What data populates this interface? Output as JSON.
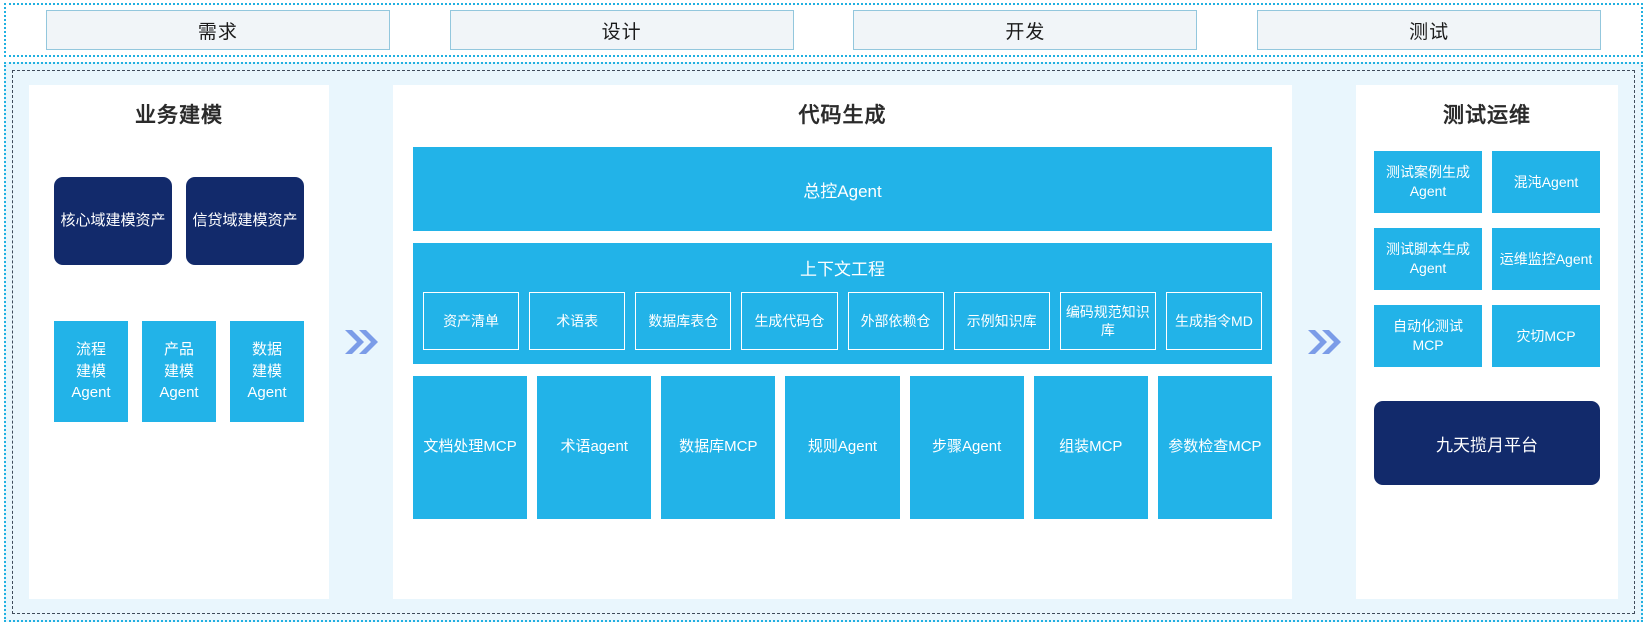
{
  "colors": {
    "accent_cyan": "#22b3e8",
    "navy": "#122a6b",
    "panel_bg": "#e9f6fd",
    "frame_dotted": "#21b0e0",
    "arrow": "#7b9ce8",
    "phase_box_fill": "#f1f5f8",
    "phase_box_border": "#93c7dd",
    "white": "#ffffff"
  },
  "phases": [
    {
      "label": "需求"
    },
    {
      "label": "设计"
    },
    {
      "label": "开发"
    },
    {
      "label": "测试"
    }
  ],
  "arrows": {
    "icon": "double-chevron-right-icon",
    "glyph": "»"
  },
  "left_panel": {
    "title": "业务建模",
    "assets": [
      {
        "label": "核心域建模资产"
      },
      {
        "label": "信贷域建模资产"
      }
    ],
    "agents": [
      {
        "label": "流程\n建模\nAgent"
      },
      {
        "label": "产品\n建模\nAgent"
      },
      {
        "label": "数据\n建模\nAgent"
      }
    ]
  },
  "center_panel": {
    "title": "代码生成",
    "master_agent": "总控Agent",
    "context": {
      "title": "上下文工程",
      "items": [
        {
          "label": "资产清单"
        },
        {
          "label": "术语表"
        },
        {
          "label": "数据库表仓"
        },
        {
          "label": "生成代码仓"
        },
        {
          "label": "外部依赖仓"
        },
        {
          "label": "示例知识库"
        },
        {
          "label": "编码规范知识库"
        },
        {
          "label": "生成指令MD"
        }
      ]
    },
    "tools": [
      {
        "label": "文档处理MCP"
      },
      {
        "label": "术语agent"
      },
      {
        "label": "数据库MCP"
      },
      {
        "label": "规则Agent"
      },
      {
        "label": "步骤Agent"
      },
      {
        "label": "组装MCP"
      },
      {
        "label": "参数检查MCP"
      }
    ]
  },
  "right_panel": {
    "title": "测试运维",
    "cards": [
      {
        "label": "测试案例生成Agent"
      },
      {
        "label": "混沌Agent"
      },
      {
        "label": "测试脚本生成Agent"
      },
      {
        "label": "运维监控Agent"
      },
      {
        "label": "自动化测试MCP"
      },
      {
        "label": "灾切MCP"
      }
    ],
    "platform": "九天揽月平台"
  }
}
